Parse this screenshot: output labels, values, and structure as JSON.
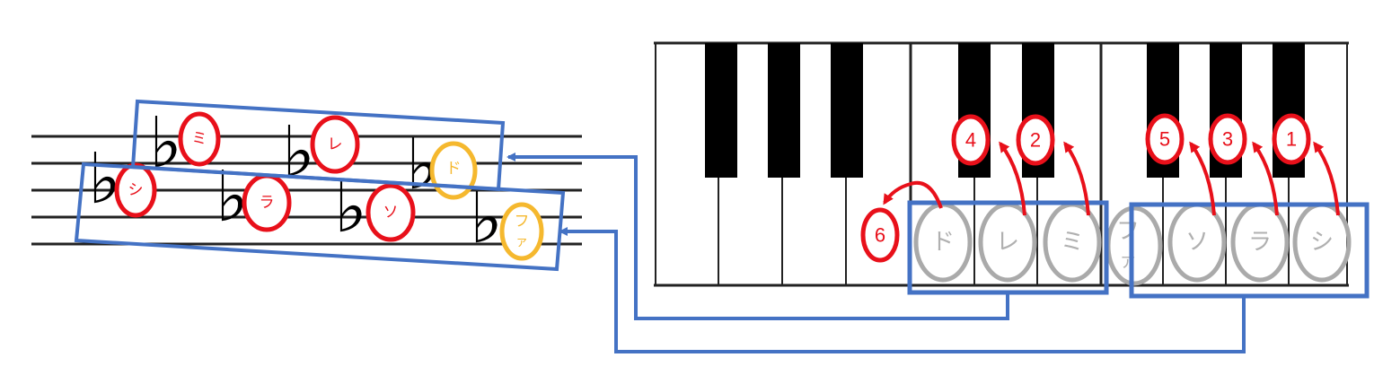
{
  "colors": {
    "red": "#e8101a",
    "orange": "#f5b82e",
    "blue": "#4472c4",
    "gray": "#aaaaaa"
  },
  "staff": {
    "flat_symbol": "♭",
    "notes": [
      {
        "label": "シ",
        "group": "lower",
        "color": "red"
      },
      {
        "label": "ミ",
        "group": "upper",
        "color": "red"
      },
      {
        "label": "ラ",
        "group": "lower",
        "color": "red"
      },
      {
        "label": "レ",
        "group": "upper",
        "color": "red"
      },
      {
        "label": "ソ",
        "group": "lower",
        "color": "red"
      },
      {
        "label": "ド",
        "group": "upper",
        "color": "orange"
      },
      {
        "label": "ファ",
        "group": "lower",
        "color": "orange"
      }
    ],
    "fa_top": "フ",
    "fa_bottom": "ァ"
  },
  "keyboard": {
    "key_labels": [
      "ド",
      "レ",
      "ミ",
      "ファ",
      "ソ",
      "ラ",
      "シ"
    ],
    "fa_top": "フ",
    "fa_bottom": "ァ",
    "order_numbers": [
      "1",
      "2",
      "3",
      "4",
      "5",
      "6"
    ]
  }
}
